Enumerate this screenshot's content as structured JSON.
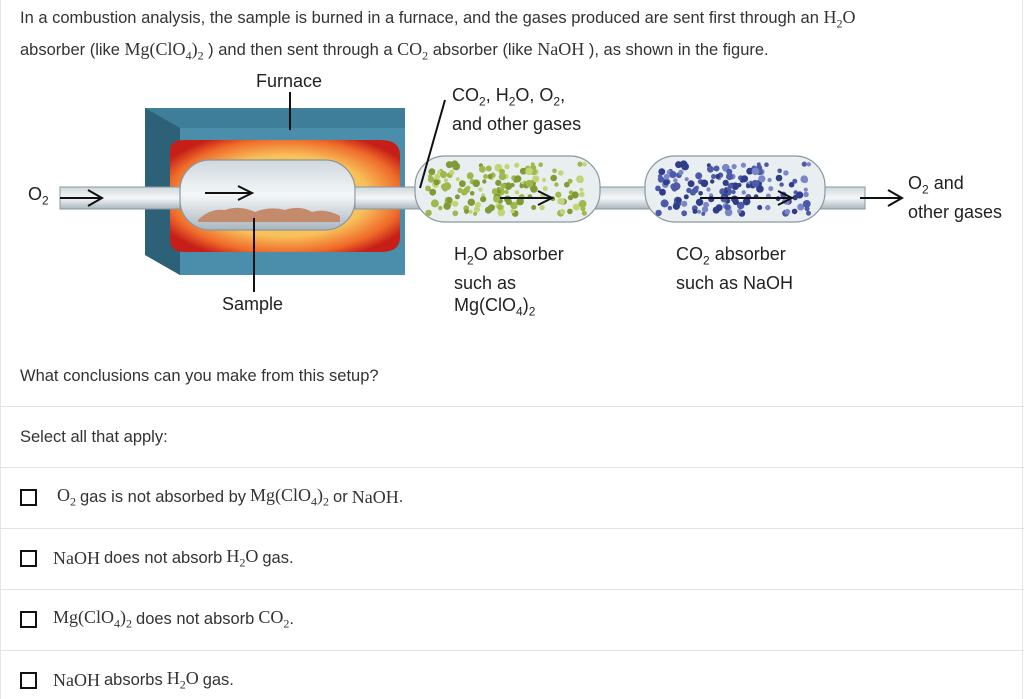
{
  "intro": {
    "t1": "In a combustion analysis, the sample is burned in a furnace, and the gases produced are sent first through an ",
    "t2": "absorber (like ",
    "t3": ") and then sent through a ",
    "t4": "absorber (like ",
    "t5": "), as shown in the figure."
  },
  "formulas": {
    "h2o_h": "H",
    "h2o_2": "2",
    "h2o_o": "O",
    "mg_a": "Mg(ClO",
    "mg_4": "4",
    "mg_b": ")",
    "mg_2": "2",
    "co2_c": "CO",
    "co2_2": "2",
    "naoh": "NaOH",
    "o2_o": "O",
    "o2_2": "2"
  },
  "figure": {
    "furnace": "Furnace",
    "sample": "Sample",
    "o2_in": "O",
    "o2_in_sub": "2",
    "gases_l1a": "CO",
    "gases_l1b": "2",
    "gases_l1c": ", H",
    "gases_l1d": "2",
    "gases_l1e": "O, O",
    "gases_l1f": "2",
    "gases_l1g": ",",
    "gases_l2": "and other gases",
    "h2o_abs_l1a": "H",
    "h2o_abs_l1b": "2",
    "h2o_abs_l1c": "O absorber",
    "h2o_abs_l2": "such as",
    "h2o_abs_l3a": "Mg(ClO",
    "h2o_abs_l3b": "4",
    "h2o_abs_l3c": ")",
    "h2o_abs_l3d": "2",
    "co2_abs_l1a": "CO",
    "co2_abs_l1b": "2",
    "co2_abs_l1c": " absorber",
    "co2_abs_l2": "such as NaOH",
    "out_l1a": "O",
    "out_l1b": "2",
    "out_l1c": " and",
    "out_l2": "other gases"
  },
  "question": "What conclusions can you make from this setup?",
  "select_prompt": "Select all that apply:",
  "options": {
    "o1_pre": " gas is not absorbed by ",
    "o1_or": "or",
    "o1_end": ".",
    "o2_mid": "does not absorb",
    "o2_end": "gas.",
    "o3_mid": "does not absorb",
    "o3_end": ".",
    "o4_mid": "absorbs",
    "o4_end": "gas."
  }
}
